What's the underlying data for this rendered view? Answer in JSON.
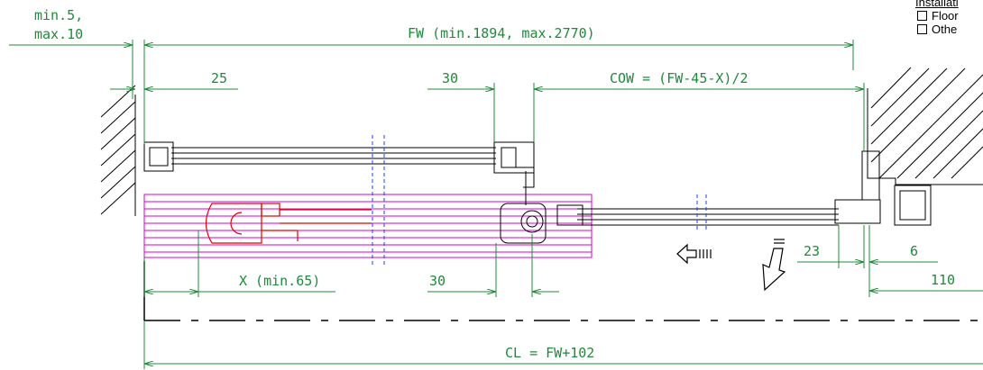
{
  "legend": {
    "title": "Installati",
    "options": [
      "Floor",
      "Othe"
    ]
  },
  "dimensions": {
    "min_max": [
      "min.5,",
      "max.10"
    ],
    "fw": "FW (min.1894, max.2770)",
    "d25": "25",
    "d30_top": "30",
    "cow": "COW = (FW-45-X)/2",
    "x_min": "X (min.65)",
    "d30_bottom": "30",
    "d23": "23",
    "d6": "6",
    "d110": "110",
    "cl": "CL = FW+102"
  },
  "colors": {
    "dimension": "#1f8a3a",
    "drawing": "#000000",
    "track": "#d400d4",
    "highlight": "#e00000",
    "guide": "#1a40ff"
  }
}
